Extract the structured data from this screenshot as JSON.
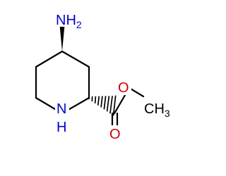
{
  "molecule": {
    "atoms": {
      "amine": {
        "symbol": "NH",
        "subscript": "2",
        "color": "#0000cc"
      },
      "ring_nitrogen": {
        "symbol": "N",
        "hydrogen": "H",
        "color": "#0000cc"
      },
      "carbonyl_oxygen": {
        "symbol": "O",
        "color": "#cc0000"
      },
      "ester_oxygen": {
        "symbol": "O",
        "color": "#cc0000"
      },
      "methyl": {
        "symbol": "CH",
        "subscript": "3",
        "color": "#000000"
      }
    },
    "stereo": {
      "amine_bond": "wedge",
      "ester_bond": "hash"
    }
  }
}
